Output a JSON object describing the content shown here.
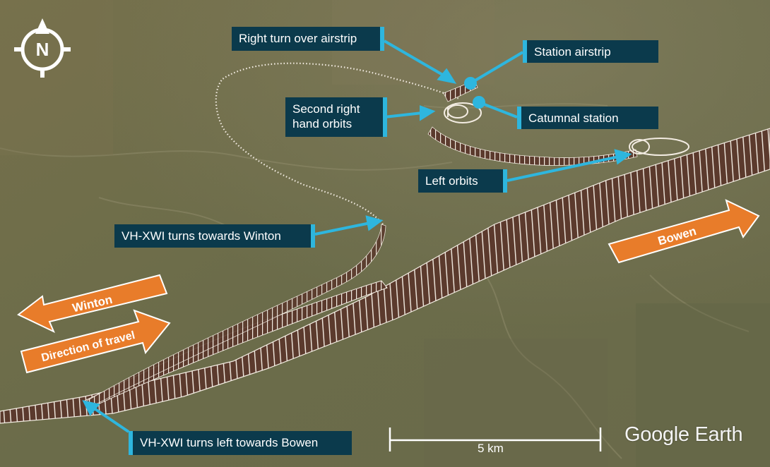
{
  "map": {
    "colors": {
      "terrain": "#6f6e4c",
      "terrain_dark": "#56583c",
      "track_fill": "#5b3a2d",
      "track_line": "#f3ece2",
      "callout_bg": "#0b3a4c",
      "callout_accent": "#2eb6de",
      "arrow": "#e87c2a"
    },
    "compass": {
      "icon": "north-compass-icon",
      "label": "N"
    },
    "callouts": {
      "right_turn_over_airstrip": "Right turn over airstrip",
      "station_airstrip": "Station airstrip",
      "second_right_hand_orbits_line1": "Second right",
      "second_right_hand_orbits_line2": "hand orbits",
      "catumnal_station": "Catumnal station",
      "left_orbits": "Left orbits",
      "turns_towards_winton": "VH-XWI turns towards Winton",
      "turns_left_towards_bowen": "VH-XWI turns left towards Bowen"
    },
    "direction_arrows": {
      "winton": "Winton",
      "direction_of_travel": "Direction of travel",
      "bowen": "Bowen"
    },
    "scale_bar": {
      "label": "5 km"
    },
    "attribution": {
      "brand_first": "Google",
      "brand_second": "Earth"
    }
  }
}
